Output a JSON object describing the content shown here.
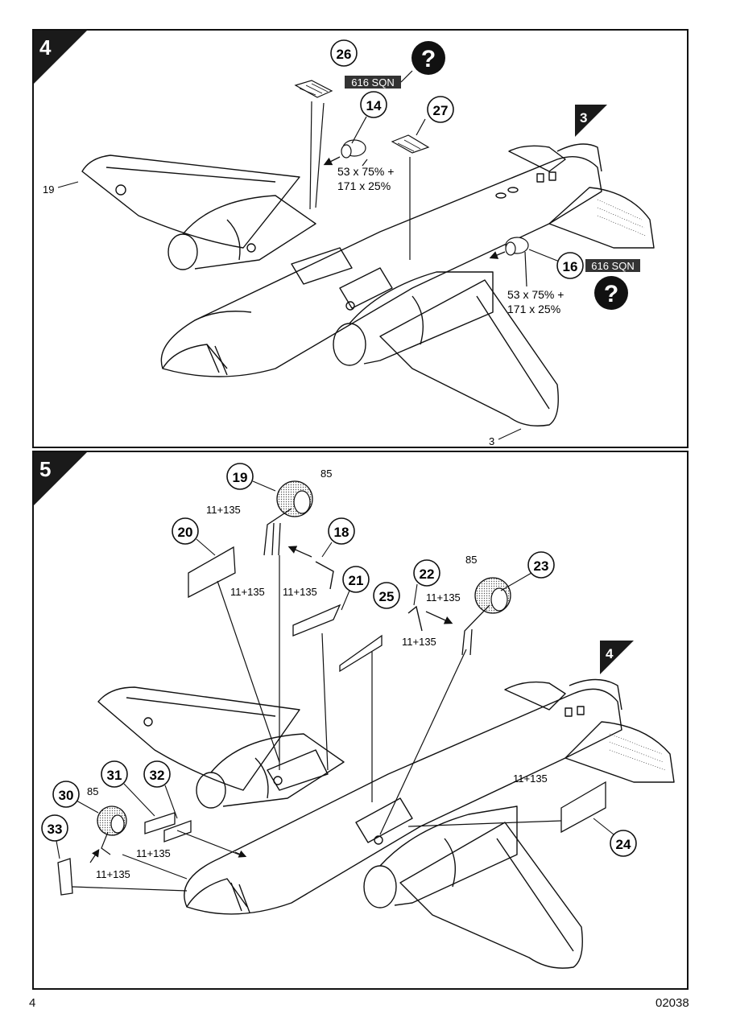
{
  "page_number": "4",
  "doc_code": "02038",
  "step4": {
    "step": "4",
    "ref_step": "3",
    "parts": [
      "26",
      "14",
      "27",
      "16"
    ],
    "squadron": "616 SQN",
    "mix_1": "53 x 75% +",
    "mix_2": "171 x 25%",
    "color_19": "19",
    "color_3": "3",
    "query_icon": "question-mark-icon"
  },
  "step5": {
    "step": "5",
    "ref_step": "4",
    "parts": [
      "19",
      "20",
      "18",
      "21",
      "25",
      "22",
      "23",
      "24",
      "31",
      "32",
      "30",
      "33"
    ],
    "paint_85": "85",
    "paint_mix": "11+135"
  }
}
